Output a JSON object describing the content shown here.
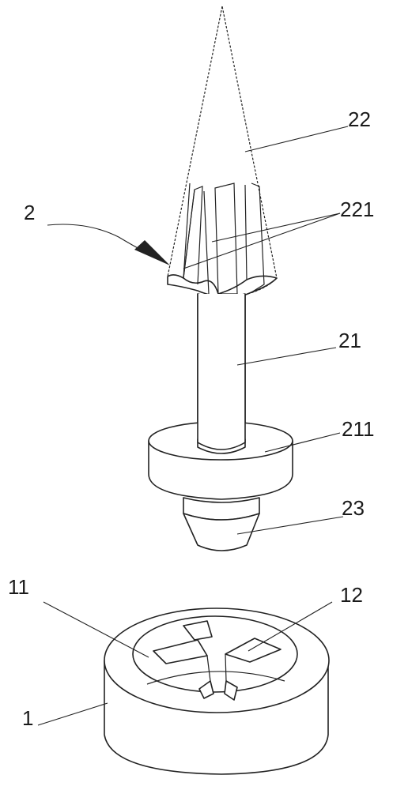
{
  "labels": {
    "tip_cone": "22",
    "grooves": "221",
    "assembly": "2",
    "shaft": "21",
    "collar": "211",
    "bottom_tip": "23",
    "base_opening": "11",
    "base_ribs": "12",
    "base": "1"
  },
  "colors": {
    "line": "#222222",
    "background": "#ffffff"
  }
}
